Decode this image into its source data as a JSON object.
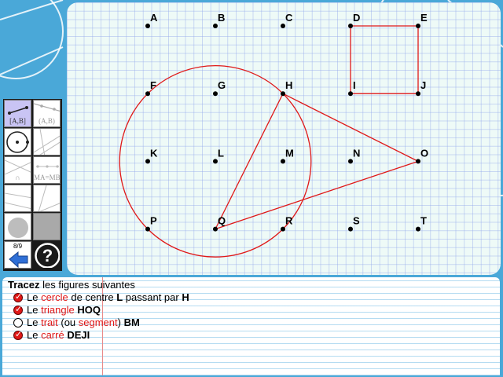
{
  "points": [
    {
      "label": "A"
    },
    {
      "label": "B"
    },
    {
      "label": "C"
    },
    {
      "label": "D"
    },
    {
      "label": "E"
    },
    {
      "label": "F"
    },
    {
      "label": "G"
    },
    {
      "label": "H"
    },
    {
      "label": "I"
    },
    {
      "label": "J"
    },
    {
      "label": "K"
    },
    {
      "label": "L"
    },
    {
      "label": "M"
    },
    {
      "label": "N"
    },
    {
      "label": "O"
    },
    {
      "label": "P"
    },
    {
      "label": "Q"
    },
    {
      "label": "R"
    },
    {
      "label": "S"
    },
    {
      "label": "T"
    }
  ],
  "constructions": {
    "circle": {
      "center": "L",
      "through": "H"
    },
    "triangle": [
      "H",
      "O",
      "Q"
    ],
    "square": [
      "D",
      "E",
      "J",
      "I"
    ]
  },
  "colors": {
    "construction": "#e01818",
    "board_bg": "#eefaf7",
    "app_bg": "#4aa8d8",
    "active_tool": "#c9c4f4"
  },
  "toolbox": {
    "segment_tool_label": "[A,B]",
    "line_tool_label": "(A,B)",
    "midpoint_tool_label": "MA=MB",
    "intersection_tool_label": "∩",
    "progress": "8/9",
    "icons": {
      "segment": "segment-icon",
      "line": "line-icon",
      "circle": "circle-icon",
      "back": "back-arrow-icon",
      "help": "help-icon"
    }
  },
  "instructions": {
    "title_bold": "Tracez",
    "title_rest": " les figures suivantes",
    "tasks": [
      {
        "done": true,
        "parts": [
          {
            "t": "Le ",
            "s": "n"
          },
          {
            "t": "cercle",
            "s": "r"
          },
          {
            "t": " de centre ",
            "s": "n"
          },
          {
            "t": "L",
            "s": "b"
          },
          {
            "t": " passant par ",
            "s": "n"
          },
          {
            "t": "H",
            "s": "b"
          }
        ]
      },
      {
        "done": true,
        "parts": [
          {
            "t": "Le ",
            "s": "n"
          },
          {
            "t": "triangle",
            "s": "r"
          },
          {
            "t": " ",
            "s": "n"
          },
          {
            "t": "HOQ",
            "s": "b"
          }
        ]
      },
      {
        "done": false,
        "parts": [
          {
            "t": "Le ",
            "s": "n"
          },
          {
            "t": "trait",
            "s": "r"
          },
          {
            "t": " (ou ",
            "s": "n"
          },
          {
            "t": "segment",
            "s": "r"
          },
          {
            "t": ") ",
            "s": "n"
          },
          {
            "t": "BM",
            "s": "b"
          }
        ]
      },
      {
        "done": true,
        "parts": [
          {
            "t": "Le ",
            "s": "n"
          },
          {
            "t": "carré",
            "s": "r"
          },
          {
            "t": " ",
            "s": "n"
          },
          {
            "t": "DEJI",
            "s": "b"
          }
        ]
      }
    ]
  }
}
